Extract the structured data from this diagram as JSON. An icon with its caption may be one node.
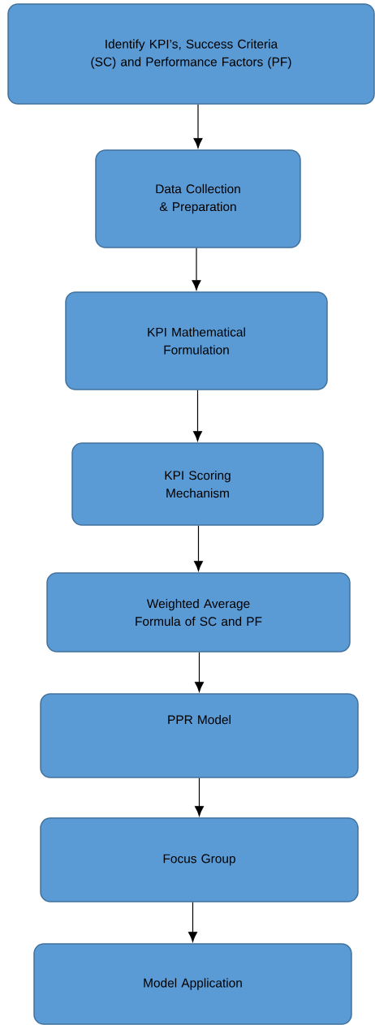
{
  "diagram": {
    "nodes": [
      {
        "text": [
          "Identify KPI’s, Success Criteria (SC) and Performance Factors (PF)"
        ]
      },
      {
        "text": [
          "Data Collection & Preparation"
        ]
      },
      {
        "text": [
          "KPI Mathematical Formulation"
        ]
      },
      {
        "text": [
          "KPI Scoring Mechanism"
        ]
      },
      {
        "text": [
          "Weighted Average Formula of SC and PF"
        ]
      },
      {
        "text": [
          "PPR Model"
        ]
      },
      {
        "text": [
          "Focus Group"
        ]
      },
      {
        "text": [
          "Model Application"
        ]
      }
    ],
    "edges": [
      {
        "from": 0,
        "to": 1,
        "arrow": "to"
      },
      {
        "from": 1,
        "to": 2,
        "arrow": "to"
      },
      {
        "from": 2,
        "to": 3,
        "arrow": "to"
      },
      {
        "from": 3,
        "to": 4,
        "arrow": "to"
      },
      {
        "from": 4,
        "to": 5,
        "arrow": "to"
      },
      {
        "from": 5,
        "to": 6,
        "arrow": "to"
      },
      {
        "from": 6,
        "to": 7,
        "arrow": "to"
      }
    ]
  }
}
